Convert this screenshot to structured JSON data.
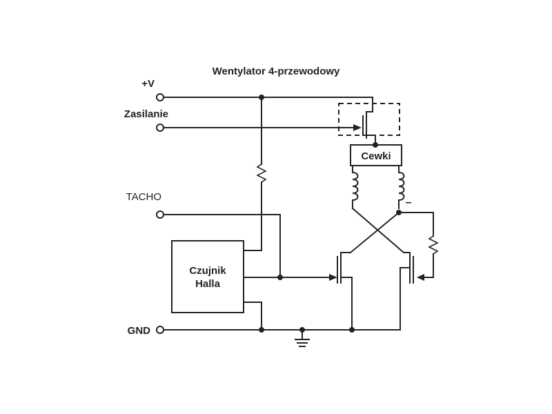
{
  "title": "Wentylator 4-przewodowy",
  "terminals": {
    "vplus": "+V",
    "zasilanie": "Zasilanie",
    "tacho": "TACHO",
    "gnd": "GND"
  },
  "hall_sensor": {
    "line1": "Czujnik",
    "line2": "Halla"
  },
  "coils_label": "Cewki",
  "minus_sign": "–",
  "colors": {
    "ink": "#222222",
    "background": "#ffffff"
  }
}
